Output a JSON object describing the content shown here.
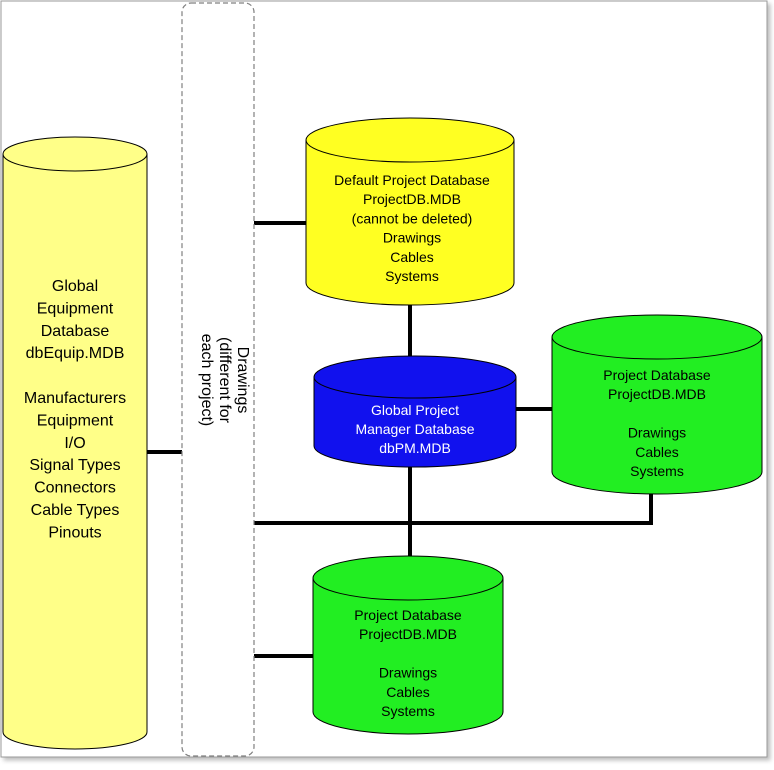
{
  "global_equipment_db": {
    "lines": [
      "Global",
      "Equipment",
      "Database",
      "dbEquip.MDB",
      "",
      "Manufacturers",
      "Equipment",
      "I/O",
      "Signal Types",
      "Connectors",
      "Cable Types",
      "Pinouts"
    ],
    "fill": "#FFFF88"
  },
  "drawings_box": {
    "lines": [
      "Drawings",
      "(different for",
      "each project)"
    ]
  },
  "default_project_db": {
    "lines": [
      "Default Project Database",
      "ProjectDB.MDB",
      "(cannot be deleted)",
      "Drawings",
      "Cables",
      "Systems"
    ],
    "fill": "#FFFF22"
  },
  "global_project_manager_db": {
    "lines": [
      "Global Project",
      "Manager Database",
      "dbPM.MDB"
    ],
    "fill": "#1111EE",
    "text_color": "#FFFFFF"
  },
  "project_db_right": {
    "lines": [
      "Project Database",
      "ProjectDB.MDB",
      "",
      "Drawings",
      "Cables",
      "Systems"
    ],
    "fill": "#22EE22"
  },
  "project_db_bottom": {
    "lines": [
      "Project Database",
      "ProjectDB.MDB",
      "",
      "Drawings",
      "Cables",
      "Systems"
    ],
    "fill": "#22EE22"
  }
}
